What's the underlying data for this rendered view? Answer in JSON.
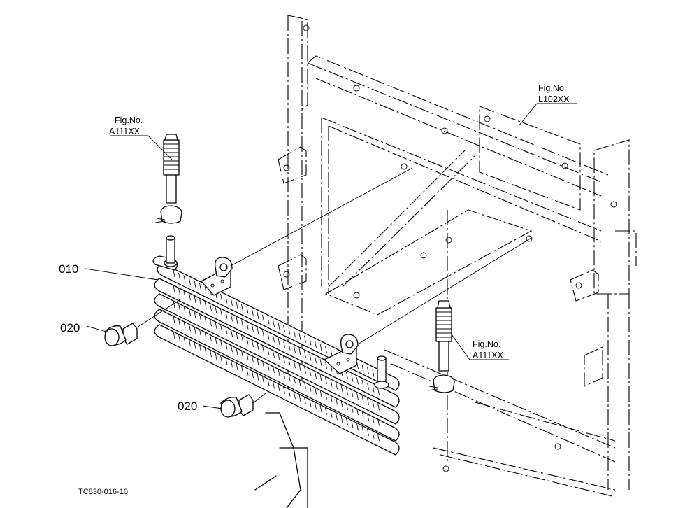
{
  "parts": [
    {
      "id": "oil-cooler",
      "number": "010"
    },
    {
      "id": "bolt-left",
      "number": "020"
    },
    {
      "id": "bolt-bottom",
      "number": "020"
    }
  ],
  "references": [
    {
      "id": "hose-left",
      "line1": "Fig.No.",
      "line2": "A111XX"
    },
    {
      "id": "frame",
      "line1": "Fig.No.",
      "line2": "L102XX"
    },
    {
      "id": "hose-right",
      "line1": "Fig.No.",
      "line2": "A111XX"
    }
  ],
  "drawing_code": "TC830-016-10"
}
